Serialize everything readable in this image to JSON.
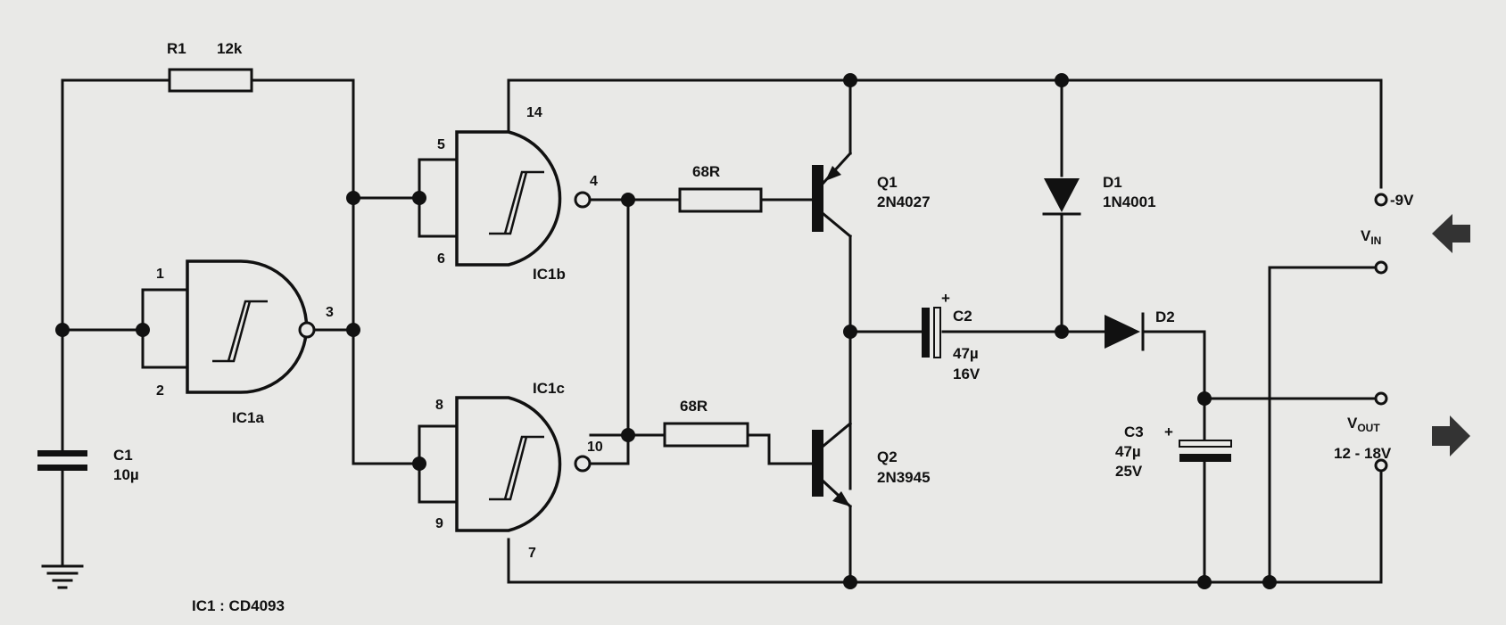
{
  "colors": {
    "ink": "#111111",
    "paper": "#e9e9e7"
  },
  "r1": {
    "name": "R1",
    "value": "12k"
  },
  "c1": {
    "name": "C1",
    "value": "10µ"
  },
  "ic1a": {
    "name": "IC1a",
    "pin_in1": "1",
    "pin_in2": "2",
    "pin_out": "3"
  },
  "ic1b": {
    "name": "IC1b",
    "pin_in1": "5",
    "pin_in2": "6",
    "pin_out": "4",
    "pin_supply": "14"
  },
  "ic1c": {
    "name": "IC1c",
    "pin_in1": "8",
    "pin_in2": "9",
    "pin_out": "10",
    "pin_gnd": "7"
  },
  "r_top": {
    "value": "68R"
  },
  "r_bot": {
    "value": "68R"
  },
  "q1": {
    "name": "Q1",
    "part": "2N4027"
  },
  "q2": {
    "name": "Q2",
    "part": "2N3945"
  },
  "d1": {
    "name": "D1",
    "part": "1N4001"
  },
  "d2": {
    "name": "D2"
  },
  "c2": {
    "name": "C2",
    "value": "47µ",
    "voltage": "16V",
    "polarity": "+"
  },
  "c3": {
    "name": "C3",
    "value": "47µ",
    "voltage": "25V",
    "polarity": "+"
  },
  "vin": {
    "label_main": "V",
    "label_sub": "IN",
    "voltage": "-9V"
  },
  "vout": {
    "label_main": "V",
    "label_sub": "OUT",
    "range": "12 - 18V"
  },
  "footnote": "IC1 : CD4093",
  "icons": [
    "nand-schmitt-gate-icon",
    "pnp-transistor-icon",
    "npn-transistor-icon",
    "diode-icon",
    "capacitor-icon",
    "ground-icon",
    "terminal-icon",
    "arrow-right-icon"
  ]
}
